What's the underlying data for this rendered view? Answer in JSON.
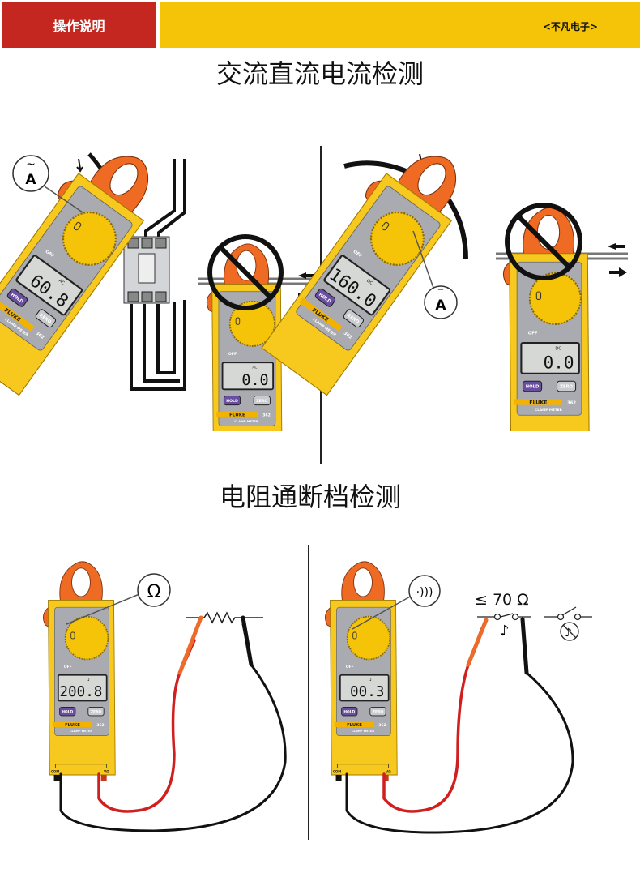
{
  "header": {
    "section_label": "操作说明",
    "brand": "<不凡电子>"
  },
  "sections": [
    {
      "title": "交流直流电流检测"
    },
    {
      "title": "电阻通断档检测"
    }
  ],
  "callouts": {
    "ac_amps": "A",
    "ac_tilde": "~",
    "dc_amps": "A",
    "dc_bar": "‾",
    "ohms": "Ω",
    "continuity": "·)))",
    "threshold": "≤ 70 Ω"
  },
  "meters": [
    {
      "display": "60.8",
      "annun": "AC"
    },
    {
      "display": "0.0",
      "annun": "AC"
    },
    {
      "display": "160.0",
      "annun": "DC"
    },
    {
      "display": "0.0",
      "annun": "DC"
    },
    {
      "display": "200.8",
      "annun": "Ω"
    },
    {
      "display": "00.3",
      "annun": "Ω"
    }
  ],
  "meter_labels": {
    "hold": "HOLD",
    "zero": "ZERO",
    "brand": "FLUKE",
    "model": "362",
    "subtitle": "CLAMP METER",
    "off": "OFF",
    "com": "COM",
    "v": "VΩ"
  },
  "colors": {
    "red": "#c4271f",
    "yellow": "#f5c408",
    "meter_yellow": "#f7c81e",
    "jaw_orange": "#ef6a22",
    "panel_grey": "#a9abb0",
    "hold_purple": "#6a4fa0"
  }
}
